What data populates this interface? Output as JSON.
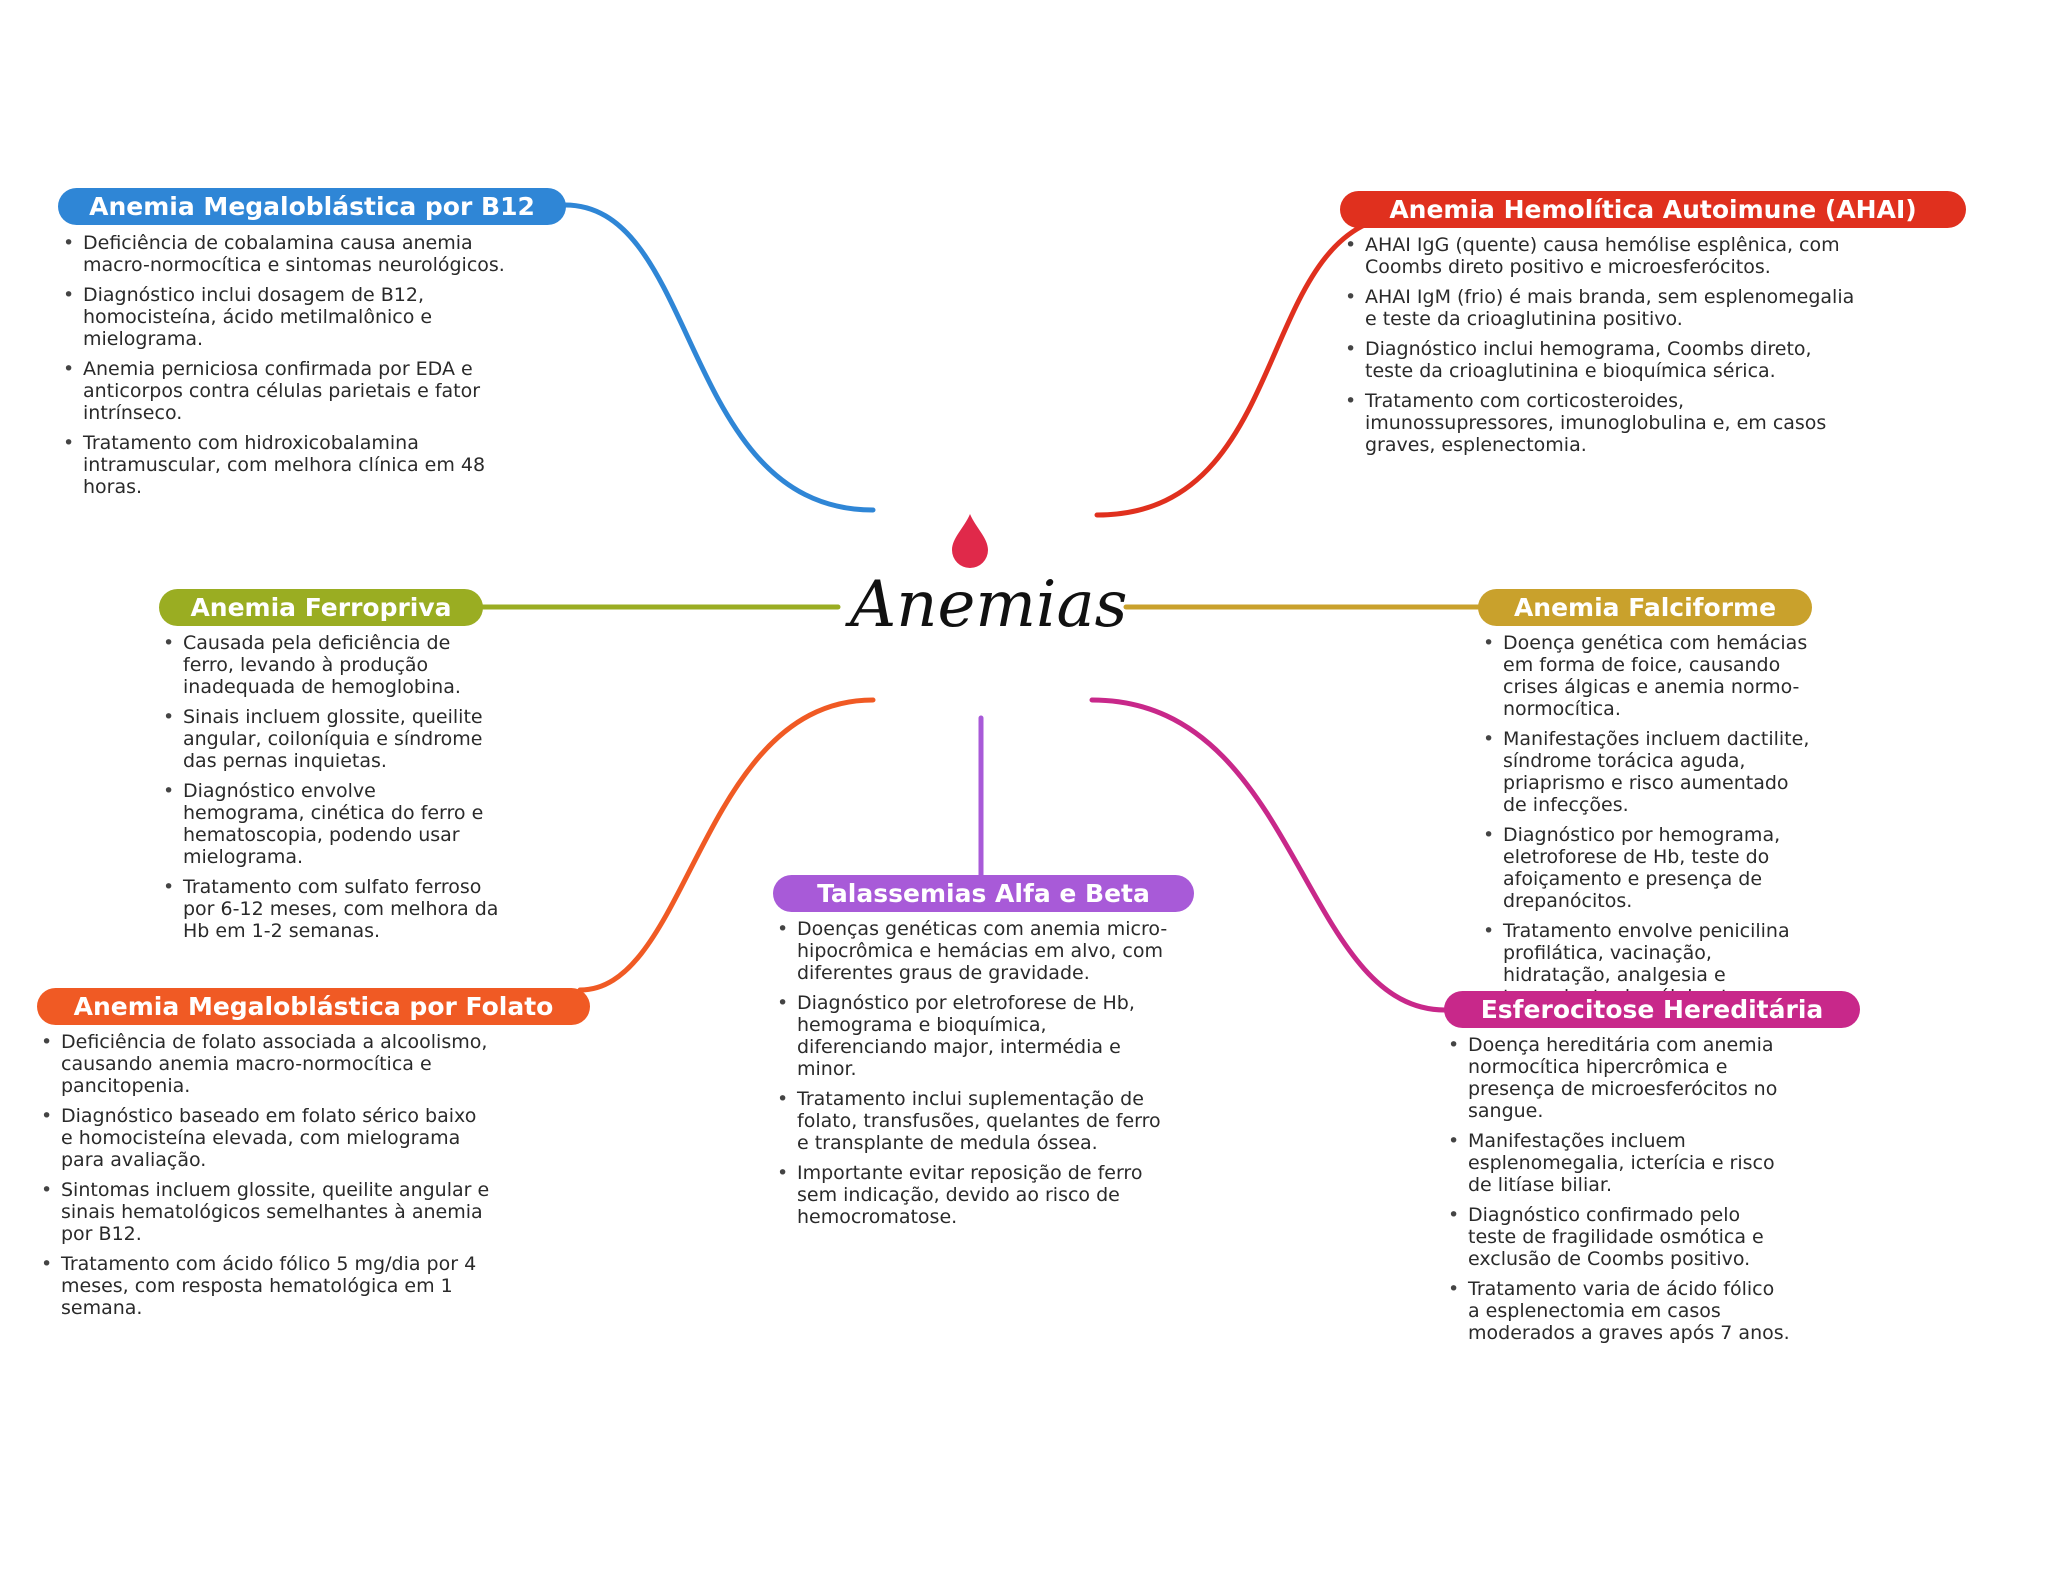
{
  "center": {
    "title": "Anemias",
    "icon": "blood-drop-icon",
    "icon_color": "#e0294a"
  },
  "branches": {
    "b12": {
      "title": "Anemia Megaloblástica por B12",
      "color": "#2f86d6",
      "items": [
        "Deficiência de cobalamina causa anemia macro-normocítica e sintomas neurológicos.",
        "Diagnóstico inclui dosagem de B12, homocisteína, ácido metilmalônico e mielograma.",
        "Anemia perniciosa confirmada por EDA e anticorpos contra células parietais e fator intrínseco.",
        "Tratamento com hidroxicobalamina intramuscular, com melhora clínica em 48 horas."
      ]
    },
    "ahai": {
      "title": "Anemia Hemolítica Autoimune (AHAI)",
      "color": "#e0301e",
      "items": [
        "AHAI IgG (quente) causa hemólise esplênica, com Coombs direto positivo e microesferócitos.",
        "AHAI IgM (frio) é mais branda, sem esplenomegalia e teste da crioaglutinina positivo.",
        "Diagnóstico inclui hemograma, Coombs direto, teste da crioaglutinina e bioquímica sérica.",
        "Tratamento com corticosteroides, imunossupressores, imunoglobulina e, em casos graves, esplenectomia."
      ]
    },
    "ferro": {
      "title": "Anemia Ferropriva",
      "color": "#9aad22",
      "items": [
        "Causada pela deficiência de ferro, levando à produção inadequada de hemoglobina.",
        "Sinais incluem glossite, queilite angular, coiloníquia e síndrome das pernas inquietas.",
        "Diagnóstico envolve hemograma, cinética do ferro e hematoscopia, podendo usar mielograma.",
        "Tratamento com sulfato ferroso por 6-12 meses, com melhora da Hb em 1-2 semanas."
      ]
    },
    "falci": {
      "title": "Anemia Falciforme",
      "color": "#c9a12c",
      "items": [
        "Doença genética com hemácias em forma de foice, causando crises álgicas e anemia normo-normocítica.",
        "Manifestações incluem dactilite, síndrome torácica aguda, priaprismo e risco aumentado de infecções.",
        "Diagnóstico por hemograma, eletroforese de Hb, teste do afoiçamento e presença de drepanócitos.",
        "Tratamento envolve penicilina profilática, vacinação, hidratação, analgesia e transplante de células-tronco."
      ]
    },
    "talas": {
      "title": "Talassemias Alfa e Beta",
      "color": "#a85ad8",
      "items": [
        "Doenças genéticas com anemia micro-hipocrômica e hemácias em alvo, com diferentes graus de gravidade.",
        "Diagnóstico por eletroforese de Hb, hemograma e bioquímica, diferenciando major, intermédia e minor.",
        "Tratamento inclui suplementação de folato, transfusões, quelantes de ferro e transplante de medula óssea.",
        "Importante evitar reposição de ferro sem indicação, devido ao risco de hemocromatose."
      ]
    },
    "folato": {
      "title": "Anemia Megaloblástica por Folato",
      "color": "#f05a24",
      "items": [
        "Deficiência de folato associada a alcoolismo, causando anemia macro-normocítica e pancitopenia.",
        "Diagnóstico baseado em folato sérico baixo e homocisteína elevada, com mielograma para avaliação.",
        "Sintomas incluem glossite, queilite angular e sinais hematológicos semelhantes à anemia por B12.",
        "Tratamento com ácido fólico 5 mg/dia por 4 meses, com resposta hematológica em 1 semana."
      ]
    },
    "esfero": {
      "title": "Esferocitose Hereditária",
      "color": "#c8288a",
      "items": [
        "Doença hereditária com anemia normocítica hipercrômica e presença de microesferócitos no sangue.",
        "Manifestações incluem esplenomegalia, icterícia e risco de litíase biliar.",
        "Diagnóstico confirmado pelo teste de fragilidade osmótica e exclusão de Coombs positivo.",
        "Tratamento varia de ácido fólico a esplenectomia em casos moderados a graves após 7 anos."
      ]
    }
  }
}
